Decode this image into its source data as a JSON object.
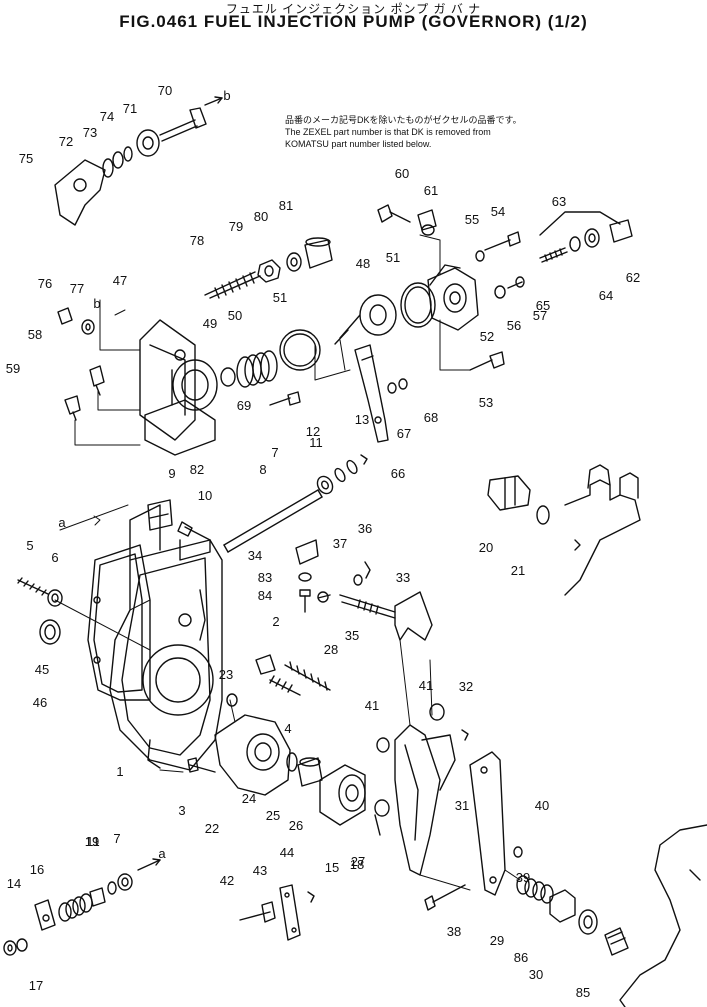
{
  "header": {
    "subtitle_jp": "フュエル インジェクション ポンプ ガ バ ナ",
    "title": "FIG.0461 FUEL INJECTION PUMP (GOVERNOR) (1/2)"
  },
  "note": {
    "line1": "品番のメーカ記号DKを除いたものがゼクセルの品番です。",
    "line2": "The ZEXEL part number is that DK is removed from",
    "line3": "KOMATSU part number listed below."
  },
  "callouts": [
    "1",
    "2",
    "3",
    "4",
    "5",
    "6",
    "7",
    "8",
    "9",
    "10",
    "11",
    "12",
    "13",
    "14",
    "15",
    "16",
    "17",
    "18",
    "19",
    "20",
    "21",
    "22",
    "23",
    "24",
    "25",
    "26",
    "27",
    "28",
    "29",
    "30",
    "31",
    "32",
    "33",
    "34",
    "35",
    "36",
    "37",
    "38",
    "39",
    "40",
    "41",
    "41",
    "42",
    "43",
    "44",
    "45",
    "46",
    "47",
    "48",
    "49",
    "50",
    "51",
    "51",
    "52",
    "53",
    "54",
    "55",
    "56",
    "57",
    "58",
    "59",
    "60",
    "61",
    "62",
    "63",
    "64",
    "65",
    "66",
    "67",
    "68",
    "69",
    "70",
    "71",
    "72",
    "73",
    "74",
    "75",
    "76",
    "77",
    "78",
    "79",
    "80",
    "81",
    "82",
    "83",
    "84",
    "85",
    "86",
    "a",
    "a",
    "b",
    "b",
    "7",
    "11"
  ]
}
